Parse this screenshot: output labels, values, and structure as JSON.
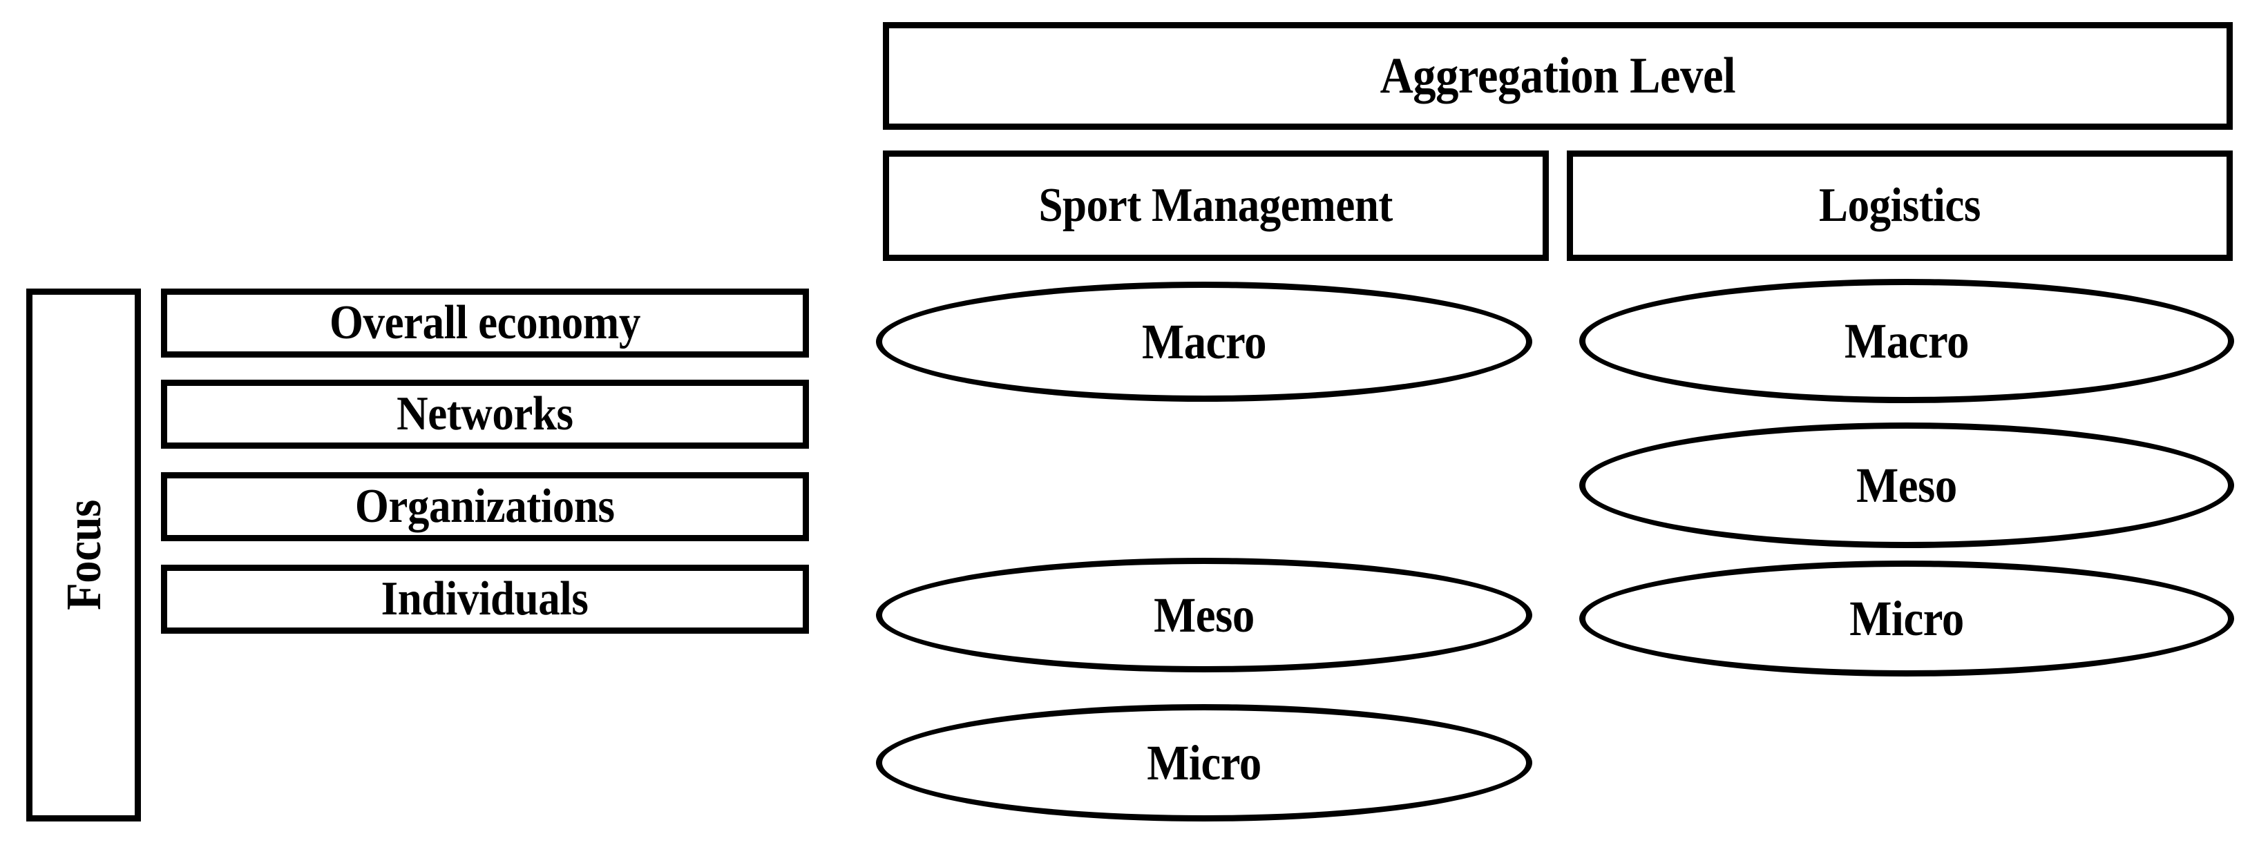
{
  "diagram": {
    "title": "Aggregation Level",
    "focus_axis_label": "Focus",
    "columns": [
      {
        "id": "sport-management",
        "label": "Sport Management"
      },
      {
        "id": "logistics",
        "label": "Logistics"
      }
    ],
    "rows": [
      {
        "id": "overall-economy",
        "label": "Overall economy"
      },
      {
        "id": "networks",
        "label": "Networks"
      },
      {
        "id": "organizations",
        "label": "Organizations"
      },
      {
        "id": "individuals",
        "label": "Individuals"
      }
    ],
    "cells": {
      "sport_management": [
        {
          "row": "overall-economy",
          "level": "Macro"
        },
        {
          "row": "networks",
          "level": ""
        },
        {
          "row": "organizations",
          "level": "Meso"
        },
        {
          "row": "individuals",
          "level": "Micro"
        }
      ],
      "logistics": [
        {
          "row": "overall-economy",
          "level": "Macro"
        },
        {
          "row": "networks",
          "level": "Meso"
        },
        {
          "row": "organizations",
          "level": "Micro"
        },
        {
          "row": "individuals",
          "level": ""
        }
      ]
    },
    "colors": {
      "stroke": "#000000",
      "fill": "#ffffff",
      "text": "#000000"
    }
  }
}
